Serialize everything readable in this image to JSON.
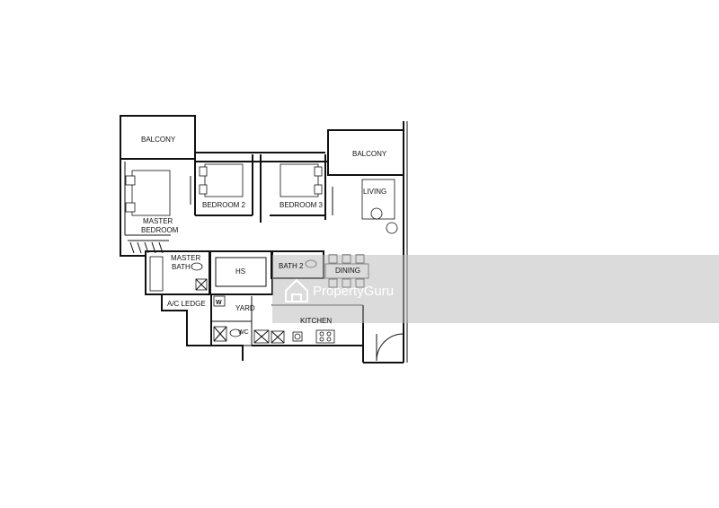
{
  "floorplan": {
    "rooms": {
      "balcony_left": "BALCONY",
      "balcony_right": "BALCONY",
      "master_bedroom_line1": "MASTER",
      "master_bedroom_line2": "BEDROOM",
      "bedroom2": "BEDROOM 2",
      "bedroom3": "BEDROOM 3",
      "living": "LIVING",
      "master_bath_line1": "MASTER",
      "master_bath_line2": "BATH",
      "hs": "HS",
      "bath2": "BATH 2",
      "dining": "DINING",
      "ac_ledge": "A/C LEDGE",
      "yard": "YARD",
      "kitchen": "KITCHEN",
      "wc": "WC",
      "washer": "W"
    }
  },
  "watermark": {
    "text": "PropertyGuru",
    "color": "#bdbdbd"
  }
}
